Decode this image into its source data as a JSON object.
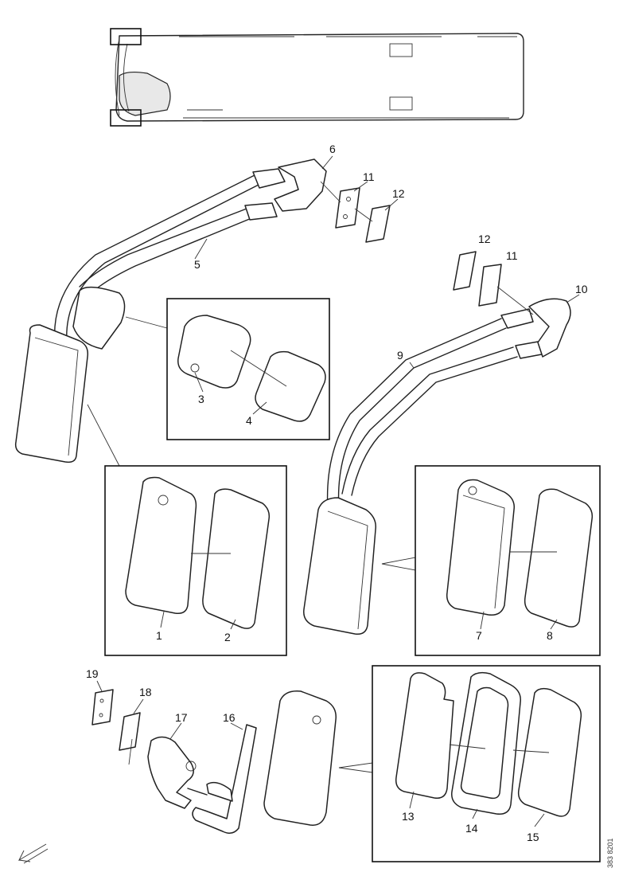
{
  "labels": {
    "p1": "1",
    "p2": "2",
    "p3": "3",
    "p4": "4",
    "p5": "5",
    "p6": "6",
    "p7": "7",
    "p8": "8",
    "p9": "9",
    "p10": "10",
    "p11a": "11",
    "p12a": "12",
    "p11b": "11",
    "p12b": "12",
    "p13": "13",
    "p14": "14",
    "p15": "15",
    "p16": "16",
    "p17": "17",
    "p18": "18",
    "p19": "19"
  },
  "figure_code": "383 8201",
  "icons": {
    "direction": "front-direction-arrow-icon"
  }
}
